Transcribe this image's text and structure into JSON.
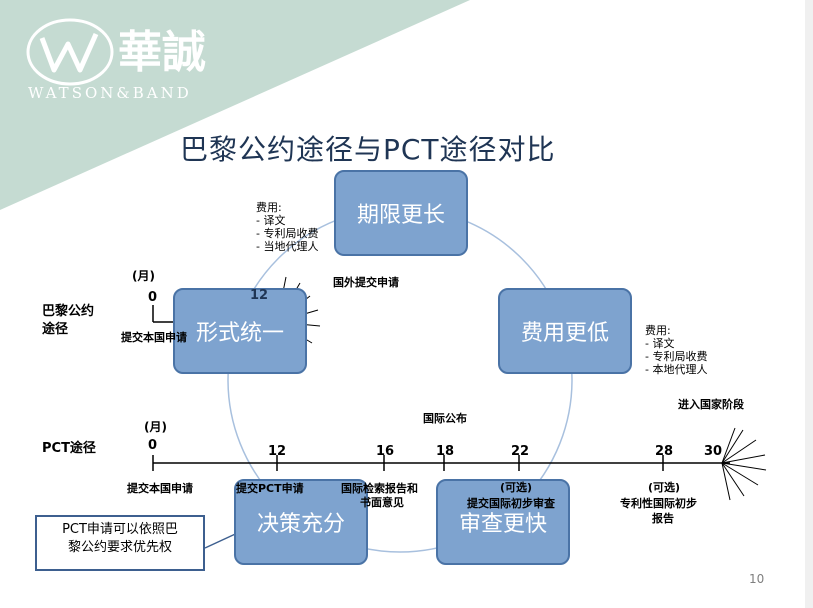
{
  "logo": {
    "chinese": "華誠",
    "english": "WATSON&BAND",
    "mark": "W"
  },
  "title": "巴黎公约途径与PCT途径对比",
  "boxes": {
    "term": "期限更长",
    "cost": "费用更低",
    "form": "形式统一",
    "decision": "决策充分",
    "review": "审查更快"
  },
  "fees_left": {
    "title": "费用:",
    "items": [
      "译文",
      "专利局收费",
      "当地代理人"
    ]
  },
  "fees_right": {
    "title": "费用:",
    "items": [
      "译文",
      "专利局收费",
      "本地代理人"
    ]
  },
  "paris": {
    "label_line1": "巴黎公约",
    "label_line2": "途径",
    "month_unit": "(月)",
    "start": "0",
    "twelve": "12",
    "file_domestic": "提交本国申请",
    "file_foreign": "国外提交申请"
  },
  "pct": {
    "label": "PCT途径",
    "month_unit": "(月)",
    "ticks": [
      "0",
      "12",
      "16",
      "18",
      "22",
      "28",
      "30"
    ],
    "labels": {
      "file_domestic": "提交本国申请",
      "file_pct": "提交PCT申请",
      "search_line1": "国际检索报告和",
      "search_line2": "书面意见",
      "publication": "国际公布",
      "optional1": "(可选)",
      "prelim1": "提交国际初步审查",
      "optional2": "(可选)",
      "prelim2_line1": "专利性国际初步",
      "prelim2_line2": "报告",
      "national": "进入国家阶段"
    }
  },
  "callout": {
    "line1": "PCT申请可以依照巴",
    "line2": "黎公约要求优先权"
  },
  "page_number": "10",
  "colors": {
    "banner": "#c5dbd2",
    "box_fill": "#7ea3cf",
    "box_border": "#4a73a6",
    "title": "#1f3554"
  }
}
